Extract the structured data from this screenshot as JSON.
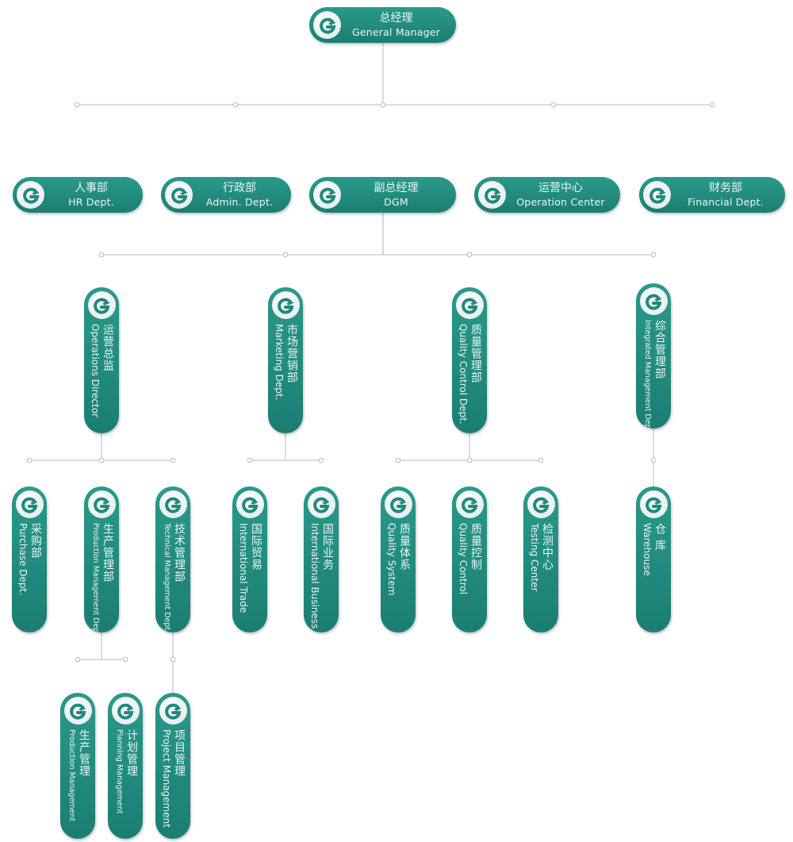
{
  "colors": {
    "node": "#1f8a7c",
    "line": "#c8c8c8",
    "logo": "#1f8a7c"
  },
  "logo_icon": "g-leaf-logo-icon",
  "nodes": [
    {
      "id": "general-manager",
      "cn": "总经理",
      "en": "General Manager"
    },
    {
      "id": "hr",
      "cn": "人事部",
      "en": "HR Dept."
    },
    {
      "id": "admin",
      "cn": "行政部",
      "en": "Admin. Dept."
    },
    {
      "id": "dgm",
      "cn": "副总经理",
      "en": "DGM"
    },
    {
      "id": "operation-center",
      "cn": "运营中心",
      "en": "Operation Center"
    },
    {
      "id": "financial",
      "cn": "财务部",
      "en": "Financial Dept."
    },
    {
      "id": "operations-director",
      "cn": "运营总监",
      "en": "Operations Director"
    },
    {
      "id": "marketing",
      "cn": "市场营销部",
      "en": "Marketing Dept."
    },
    {
      "id": "quality-control-dept",
      "cn": "质量管理部",
      "en": "Quality Control Dept."
    },
    {
      "id": "integrated-management",
      "cn": "综合管理部",
      "en": "Integrated Management Dept."
    },
    {
      "id": "purchase",
      "cn": "采购部",
      "en": "Purchase Dept."
    },
    {
      "id": "production-management-dept",
      "cn": "生产管理部",
      "en": "Production Management Dept."
    },
    {
      "id": "technical-management",
      "cn": "技术管理部",
      "en": "Technical Management Dept."
    },
    {
      "id": "international-trade",
      "cn": "国际贸易",
      "en": "International Trade"
    },
    {
      "id": "international-business",
      "cn": "国际业务",
      "en": "International Business"
    },
    {
      "id": "quality-system",
      "cn": "质量体系",
      "en": "Quality System"
    },
    {
      "id": "quality-control",
      "cn": "质量控制",
      "en": "Quality Control"
    },
    {
      "id": "testing-center",
      "cn": "检测中心",
      "en": "Testing Center"
    },
    {
      "id": "warehouse",
      "cn": "仓 库",
      "en": "Warehouse"
    },
    {
      "id": "production-management",
      "cn": "生产管理",
      "en": "Production Management"
    },
    {
      "id": "planning-management",
      "cn": "计划管理",
      "en": "Planning Management"
    },
    {
      "id": "project-management",
      "cn": "项目管理",
      "en": "Project Management"
    }
  ]
}
